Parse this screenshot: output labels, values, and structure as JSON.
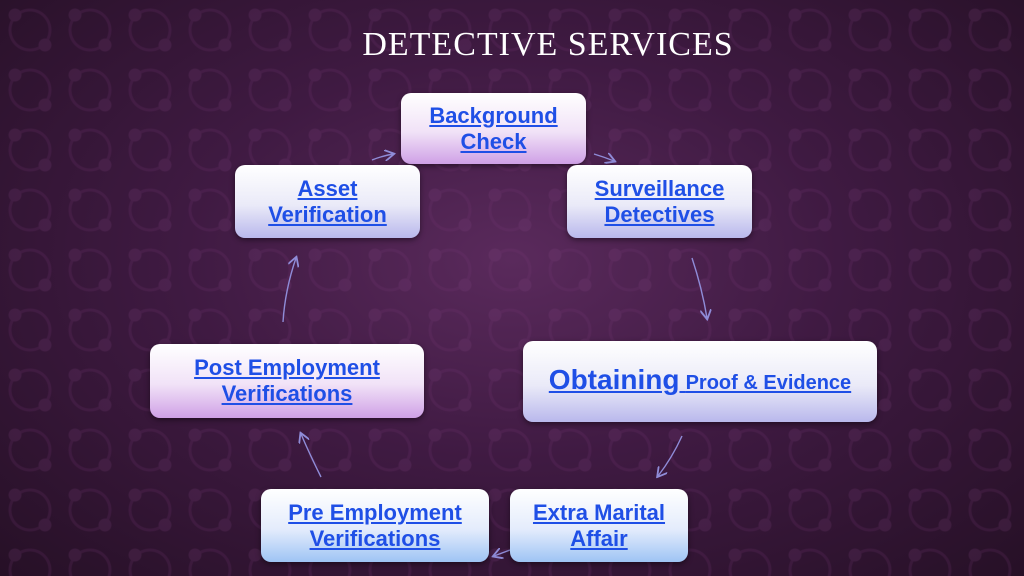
{
  "title": "DETECTIVE SERVICES",
  "nodes": {
    "background_check": {
      "line1": "Background",
      "line2": "Check"
    },
    "surveillance": {
      "line1": "Surveillance",
      "line2": "Detectives"
    },
    "obtaining": {
      "main": "Obtaining",
      "rest": "Proof & Evidence"
    },
    "extra_marital": {
      "line1": "Extra Marital",
      "line2": "Affair"
    },
    "pre_employment": {
      "line1": "Pre Employment",
      "line2": "Verifications"
    },
    "post_employment": {
      "line1": "Post Employment",
      "line2": "Verifications"
    },
    "asset": {
      "line1": "Asset",
      "line2": "Verification"
    }
  },
  "colors": {
    "link": "#1f4fe6",
    "arrow": "#8f8cd8",
    "title": "#ffffff"
  }
}
